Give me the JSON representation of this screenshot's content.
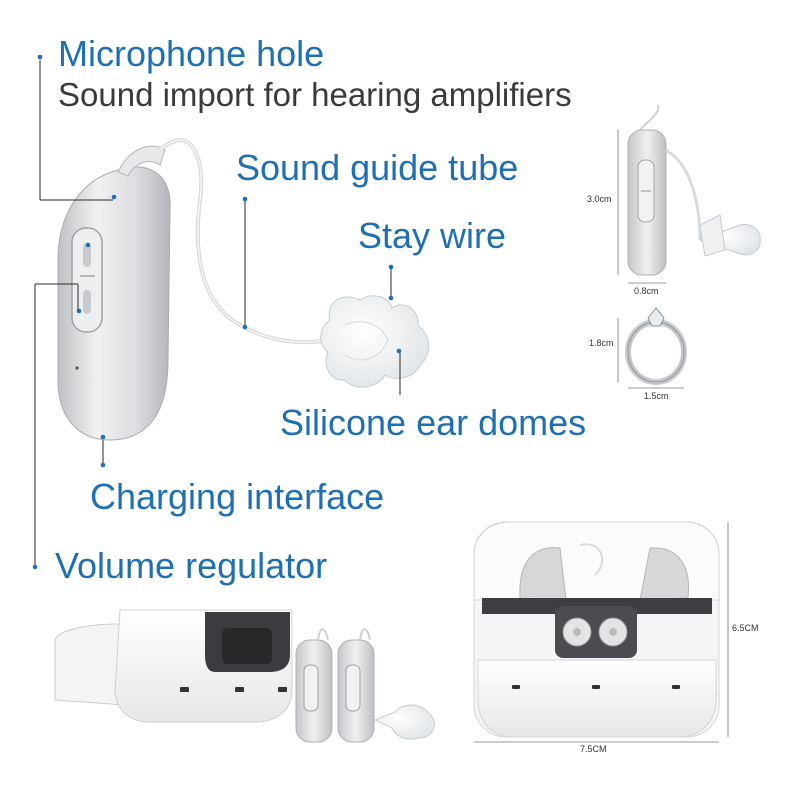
{
  "labels": {
    "microphone_hole": "Microphone hole",
    "microphone_sub": "Sound import for hearing amplifiers",
    "sound_guide_tube": "Sound guide tube",
    "stay_wire": "Stay wire",
    "silicone_domes": "Silicone ear domes",
    "charging_interface": "Charging interface",
    "volume_regulator": "Volume regulator"
  },
  "dimensions": {
    "device_height": "3.0cm",
    "device_width": "0.8cm",
    "ring_height": "1.8cm",
    "ring_width": "1.5cm",
    "case_height": "6.5CM",
    "case_width": "7.5CM"
  },
  "colors": {
    "label_blue": "#1f6fb5",
    "device_silver": "#d9dadc",
    "sub_text": "#3a3a3a"
  }
}
